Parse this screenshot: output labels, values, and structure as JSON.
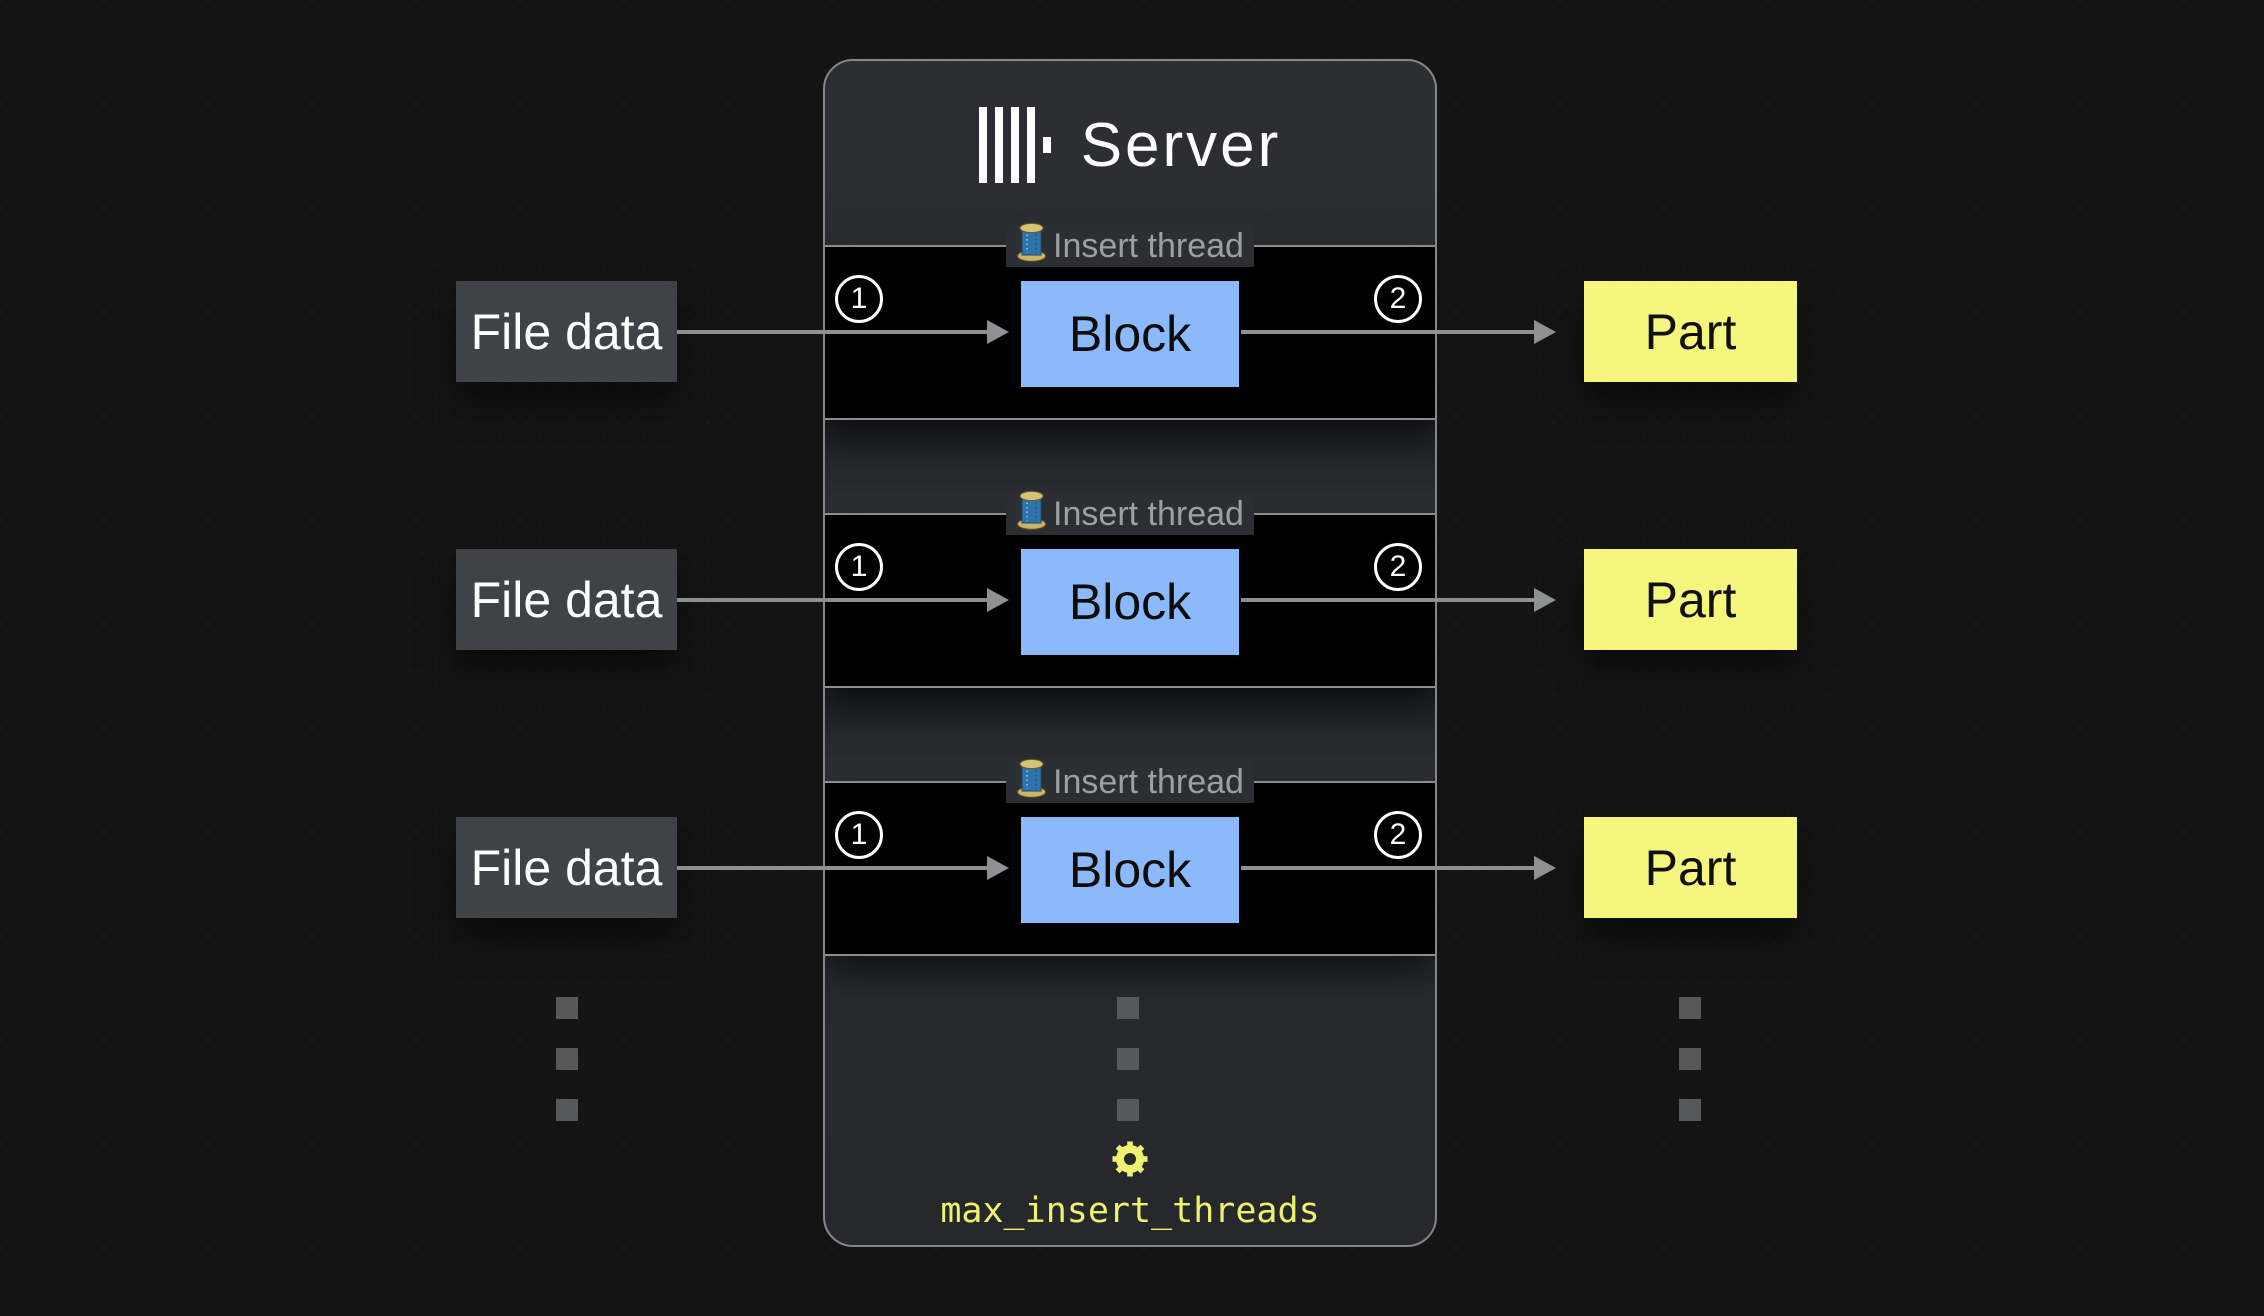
{
  "server": {
    "title": "Server",
    "logo_icon": "clickhouse-logo",
    "setting": {
      "icon": "gear-icon",
      "label": "max_insert_threads",
      "color": "#eff171"
    }
  },
  "threads": [
    {
      "legend": "Insert thread",
      "legend_icon": "thread-spool-icon",
      "input_step": "1",
      "block": "Block",
      "output_step": "2"
    },
    {
      "legend": "Insert thread",
      "legend_icon": "thread-spool-icon",
      "input_step": "1",
      "block": "Block",
      "output_step": "2"
    },
    {
      "legend": "Insert thread",
      "legend_icon": "thread-spool-icon",
      "input_step": "1",
      "block": "Block",
      "output_step": "2"
    }
  ],
  "inputs": [
    {
      "label": "File data"
    },
    {
      "label": "File data"
    },
    {
      "label": "File data"
    }
  ],
  "outputs": [
    {
      "label": "Part"
    },
    {
      "label": "Part"
    },
    {
      "label": "Part"
    }
  ],
  "ellipsis": {
    "columns": 3,
    "dots_per_column": 3
  },
  "colors": {
    "background": "#141414",
    "panel_bg": "#2b2d32",
    "panel_border": "#84868a",
    "thread_box_bg": "#000000",
    "thread_box_border": "#8b8d90",
    "file_fill": "#3f4247",
    "block_fill": "#8bb9f9",
    "part_fill": "#f5f67d",
    "arrow": "#8e9092",
    "legend_text": "#9da0a3",
    "accent_yellow": "#eff171",
    "dot_gray": "#57585a"
  }
}
